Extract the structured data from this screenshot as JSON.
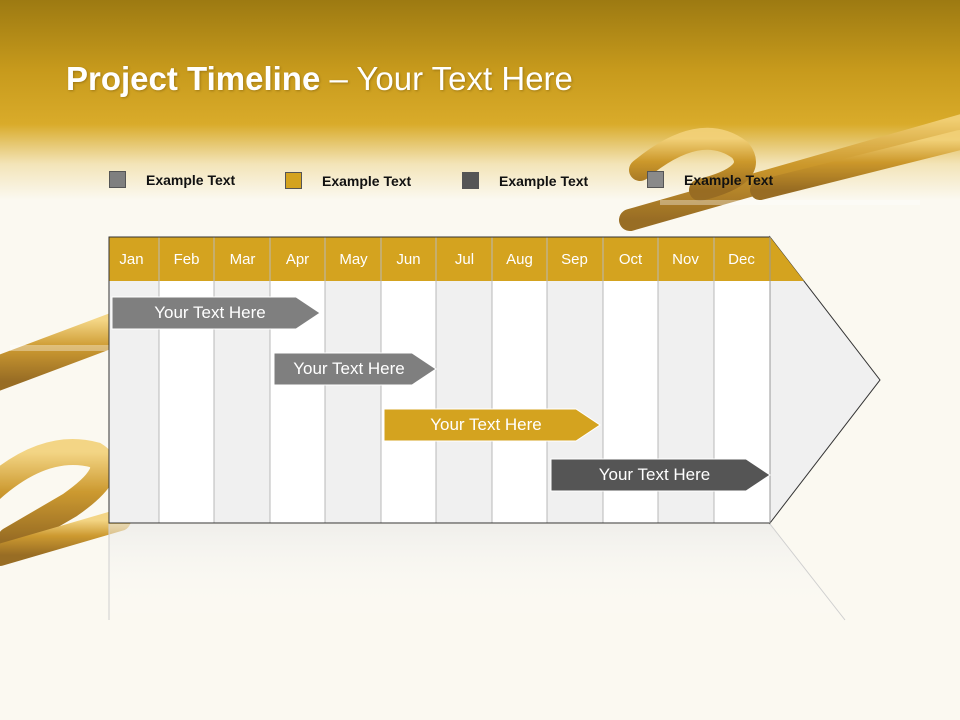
{
  "title": {
    "bold": "Project Timeline",
    "rest": " – Your Text Here"
  },
  "legend": [
    {
      "label": "Example Text",
      "color": "#7f7f7f"
    },
    {
      "label": "Example Text",
      "color": "#d4a31f"
    },
    {
      "label": "Example Text",
      "color": "#555555"
    },
    {
      "label": "Example Text",
      "color": "#8a8a8a"
    }
  ],
  "months": [
    "Jan",
    "Feb",
    "Mar",
    "Apr",
    "May",
    "Jun",
    "Jul",
    "Aug",
    "Sep",
    "Oct",
    "Nov",
    "Dec"
  ],
  "tasks": [
    {
      "label": "Your  Text Here",
      "color": "#7f7f7f"
    },
    {
      "label": "Your  Text Here",
      "color": "#7f7f7f"
    },
    {
      "label": "Your  Text Here",
      "color": "#d4a31f"
    },
    {
      "label": "Your  Text Here",
      "color": "#555555"
    }
  ],
  "colors": {
    "header_gold": "#d4a31f",
    "accent_dark": "#9d7a12"
  }
}
